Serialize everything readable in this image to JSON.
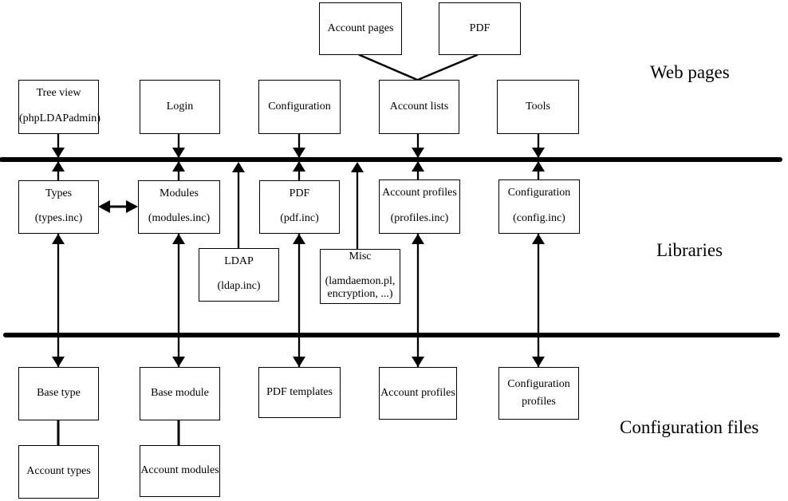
{
  "canvas": {
    "background": "#ffffff",
    "line_color": "#000000"
  },
  "sections": {
    "web_pages": "Web pages",
    "libraries": "Libraries",
    "configuration_files": "Configuration files"
  },
  "nodes": {
    "account_pages": {
      "line1": "Account pages"
    },
    "pdf_page": {
      "line1": "PDF"
    },
    "tree_view": {
      "line1": "Tree view",
      "line2": "(phpLDAPadmin)"
    },
    "login": {
      "line1": "Login"
    },
    "configuration_page": {
      "line1": "Configuration"
    },
    "account_lists": {
      "line1": "Account lists"
    },
    "tools": {
      "line1": "Tools"
    },
    "types": {
      "line1": "Types",
      "line2": "(types.inc)"
    },
    "modules": {
      "line1": "Modules",
      "line2": "(modules.inc)"
    },
    "pdf_lib": {
      "line1": "PDF",
      "line2": "(pdf.inc)"
    },
    "account_profiles_lib": {
      "line1": "Account profiles",
      "line2": "(profiles.inc)"
    },
    "configuration_lib": {
      "line1": "Configuration",
      "line2": "(config.inc)"
    },
    "ldap": {
      "line1": "LDAP",
      "line2": "(ldap.inc)"
    },
    "misc": {
      "line1": "Misc",
      "line2": "(lamdaemon.pl,",
      "line3": "encryption, ...)"
    },
    "base_type": {
      "line1": "Base type"
    },
    "base_module": {
      "line1": "Base module"
    },
    "pdf_templates": {
      "line1": "PDF templates"
    },
    "account_profiles_files": {
      "line1": "Account profiles"
    },
    "configuration_profiles": {
      "line1": "Configuration",
      "line2": "profiles"
    },
    "account_types": {
      "line1": "Account types"
    },
    "account_modules": {
      "line1": "Account modules"
    }
  },
  "edges": [
    {
      "from": "account_pages",
      "to": "account_lists",
      "type": "plain-line"
    },
    {
      "from": "pdf_page",
      "to": "account_lists",
      "type": "plain-line"
    },
    {
      "from": "tree_view",
      "to": "types",
      "type": "bidirectional-through-bus"
    },
    {
      "from": "login",
      "to": "modules",
      "type": "bidirectional-through-bus"
    },
    {
      "from": "configuration_page",
      "to": "pdf_lib",
      "type": "bidirectional-through-bus"
    },
    {
      "from": "account_lists",
      "to": "account_profiles_lib",
      "type": "bidirectional-through-bus"
    },
    {
      "from": "tools",
      "to": "configuration_lib",
      "type": "bidirectional-through-bus"
    },
    {
      "from": "types",
      "to": "modules",
      "type": "bidirectional"
    },
    {
      "from": "ldap",
      "to": "web-libraries-bus",
      "type": "arrow-up"
    },
    {
      "from": "misc",
      "to": "web-libraries-bus",
      "type": "arrow-up"
    },
    {
      "from": "types",
      "to": "base_type",
      "type": "bidirectional-through-bus"
    },
    {
      "from": "modules",
      "to": "base_module",
      "type": "bidirectional-through-bus"
    },
    {
      "from": "pdf_lib",
      "to": "pdf_templates",
      "type": "bidirectional-through-bus"
    },
    {
      "from": "account_profiles_lib",
      "to": "account_profiles_files",
      "type": "bidirectional-through-bus"
    },
    {
      "from": "configuration_lib",
      "to": "configuration_profiles",
      "type": "bidirectional-through-bus"
    },
    {
      "from": "base_type",
      "to": "account_types",
      "type": "plain-line"
    },
    {
      "from": "base_module",
      "to": "account_modules",
      "type": "plain-line"
    }
  ]
}
